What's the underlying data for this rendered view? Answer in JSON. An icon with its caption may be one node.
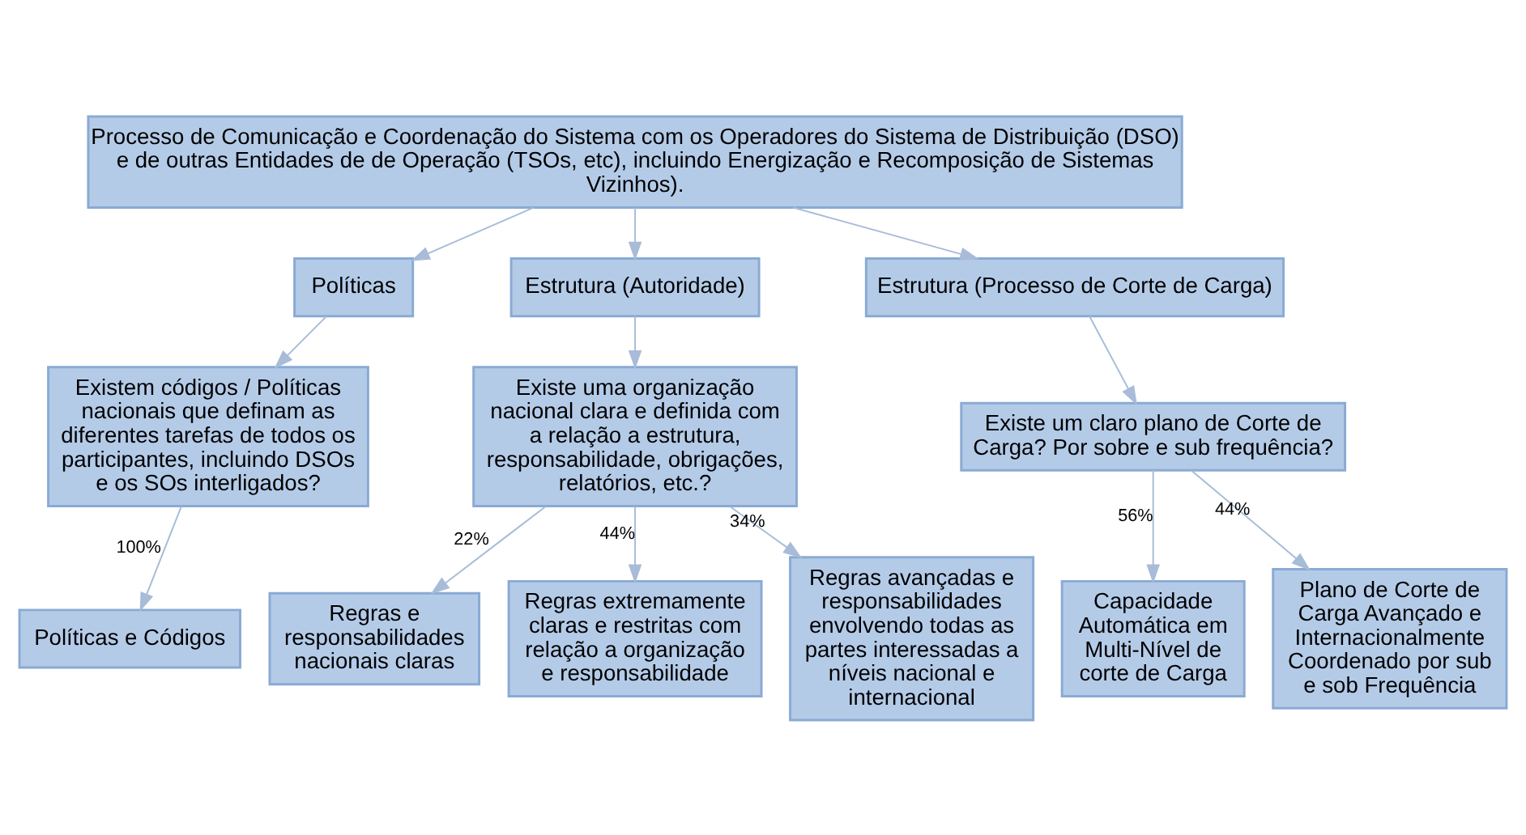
{
  "diagram": {
    "nodes": [
      {
        "text": [
          "Processo de Comunicação e Coordenação do Sistema com os Operadores do Sistema de Distribuição (DSO) e de outras Entidades de de Operação (TSOs, etc), incluindo Energização e Recomposição de Sistemas Vizinhos)."
        ]
      },
      {
        "text": [
          "Políticas"
        ]
      },
      {
        "text": [
          "Estrutura (Autoridade)"
        ]
      },
      {
        "text": [
          "Estrutura (Processo de Corte de Carga)"
        ]
      },
      {
        "text": [
          "Existem códigos / Políticas nacionais que definam as diferentes tarefas de todos os participantes, incluindo DSOs e os SOs interligados?"
        ]
      },
      {
        "text": [
          "Existe uma organização nacional clara e definida com a relação a estrutura, responsabilidade, obrigações, relatórios, etc.?"
        ]
      },
      {
        "text": [
          "Existe um claro plano de Corte de Carga? Por sobre e sub frequência?"
        ]
      },
      {
        "text": [
          "Políticas e Códigos"
        ]
      },
      {
        "text": [
          "Regras e responsabilidades nacionais claras"
        ]
      },
      {
        "text": [
          "Regras extremamente claras e restritas com relação a organização e responsabilidade"
        ]
      },
      {
        "text": [
          "Regras avançadas e responsabilidades envolvendo todas as partes interessadas a níveis nacional e internacional"
        ]
      },
      {
        "text": [
          "Capacidade Automática em Multi-Nível de corte de Carga"
        ]
      },
      {
        "text": [
          "Plano de Corte de Carga Avançado e Internacionalmente Coordenado por sub e sob Frequência"
        ]
      }
    ],
    "edges": [
      {
        "from": 0,
        "to": 1,
        "arrow": "to"
      },
      {
        "from": 0,
        "to": 2,
        "arrow": "to"
      },
      {
        "from": 0,
        "to": 3,
        "arrow": "to"
      },
      {
        "from": 1,
        "to": 4,
        "arrow": "to"
      },
      {
        "from": 2,
        "to": 5,
        "arrow": "to"
      },
      {
        "from": 3,
        "to": 6,
        "arrow": "to"
      },
      {
        "from": 4,
        "to": 7,
        "arrow": "to",
        "label": "100%"
      },
      {
        "from": 5,
        "to": 8,
        "arrow": "to",
        "label": "22%"
      },
      {
        "from": 5,
        "to": 9,
        "arrow": "to",
        "label": "44%"
      },
      {
        "from": 5,
        "to": 10,
        "arrow": "to",
        "label": "34%"
      },
      {
        "from": 6,
        "to": 11,
        "arrow": "to",
        "label": "56%"
      },
      {
        "from": 6,
        "to": 12,
        "arrow": "to",
        "label": "44%"
      }
    ]
  }
}
